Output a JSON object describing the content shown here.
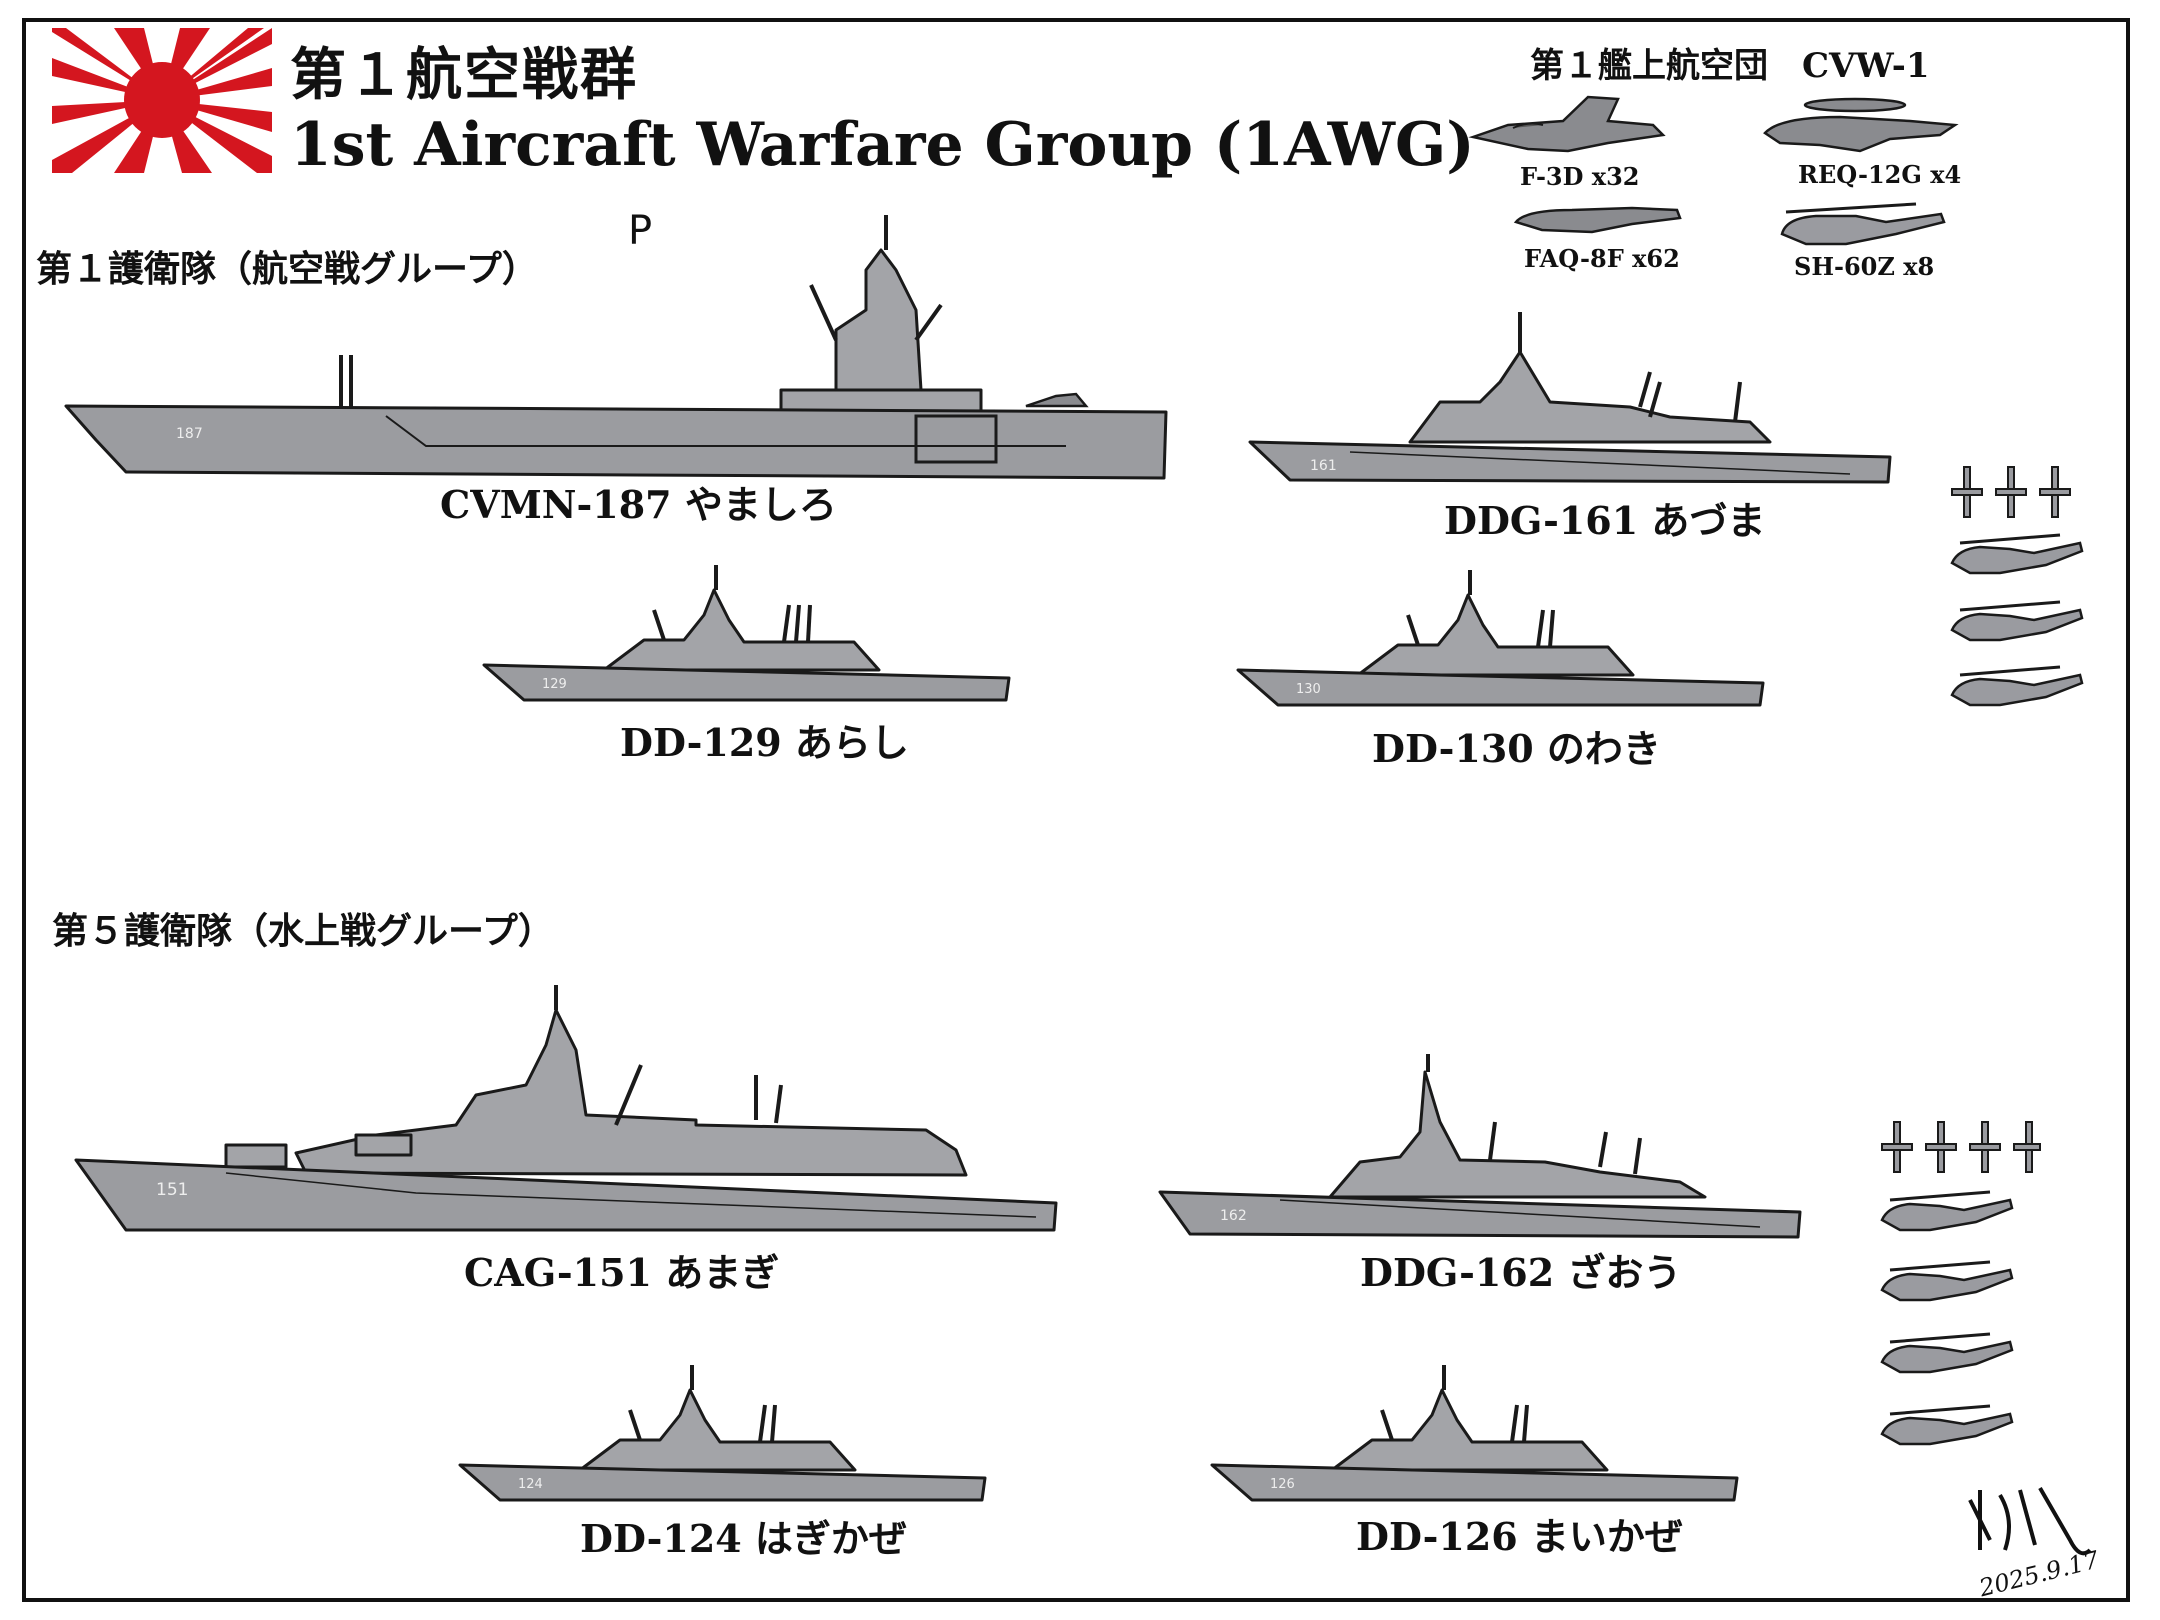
{
  "flag": {
    "name": "rising-sun-flag",
    "colors": {
      "red": "#d4161f",
      "white": "#ffffff"
    }
  },
  "header": {
    "title_jp": "第１航空戦群",
    "title_en": "1st Aircraft Warfare Group (1AWG)"
  },
  "cvw": {
    "title": "第１艦上航空団　CVW-1",
    "aircraft": [
      {
        "label": "F-3D x32"
      },
      {
        "label": "REQ-12G x4"
      },
      {
        "label": "FAQ-8F x62"
      },
      {
        "label": "SH-60Z x8"
      }
    ]
  },
  "sections": {
    "escort1": "第１護衛隊（航空戦グループ）",
    "escort5": "第５護衛隊（水上戦グループ）"
  },
  "ships": {
    "cvmn187": {
      "label": "CVMN-187 やましろ",
      "hull_number": "187"
    },
    "ddg161": {
      "label": "DDG-161 あづま",
      "hull_number": "161"
    },
    "dd129": {
      "label": "DD-129 あらし",
      "hull_number": "129"
    },
    "dd130": {
      "label": "DD-130 のわき",
      "hull_number": "130"
    },
    "cag151": {
      "label": "CAG-151 あまぎ",
      "hull_number": "151"
    },
    "ddg162": {
      "label": "DDG-162 ざおう",
      "hull_number": "162"
    },
    "dd124": {
      "label": "DD-124 はぎかぜ",
      "hull_number": "124"
    },
    "dd126": {
      "label": "DD-126 まいかぜ",
      "hull_number": "126"
    }
  },
  "sketch_mark": "P",
  "signature": {
    "date": "2025.9.17"
  },
  "colors": {
    "ship_gray": "#9b9ca0",
    "line": "#1a1a1a"
  }
}
